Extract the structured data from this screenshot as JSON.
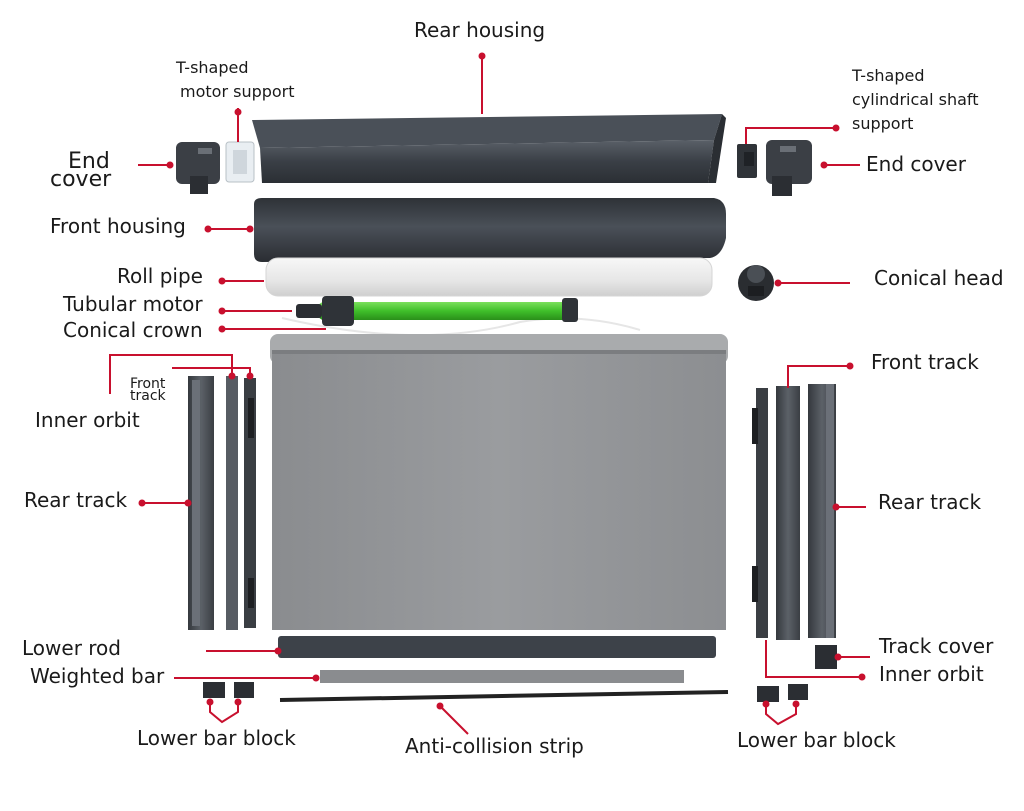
{
  "labels": {
    "rear_housing": "Rear housing",
    "t_motor_support_1": "T-shaped",
    "t_motor_support_2": "motor support",
    "t_shaft_support_1": "T-shaped",
    "t_shaft_support_2": "cylindrical shaft",
    "t_shaft_support_3": "support",
    "end_cover_left_1": "End",
    "end_cover_left_2": "cover",
    "end_cover_right": "End cover",
    "front_housing": "Front housing",
    "roll_pipe": "Roll pipe",
    "tubular_motor": "Tubular motor",
    "conical_crown": "Conical crown",
    "conical_head": "Conical head",
    "front_track_left_1": "Front",
    "front_track_left_2": "track",
    "inner_orbit_left": "Inner orbit",
    "rear_track_left": "Rear track",
    "front_track_right": "Front track",
    "rear_track_right": "Rear track",
    "lower_rod": "Lower rod",
    "weighted_bar": "Weighted bar",
    "track_cover": "Track cover",
    "inner_orbit_right": "Inner orbit",
    "lower_bar_block_left": "Lower bar block",
    "anti_collision_strip": "Anti-collision strip",
    "lower_bar_block_right": "Lower bar block"
  },
  "colors": {
    "leader": "#c8102e",
    "housing": "#3c4148",
    "housing_dark": "#2a2e33",
    "fabric": "#8f9194",
    "motor": "#3fbf2a",
    "roll_pipe": "#efefef",
    "track": "#4a4f55"
  }
}
